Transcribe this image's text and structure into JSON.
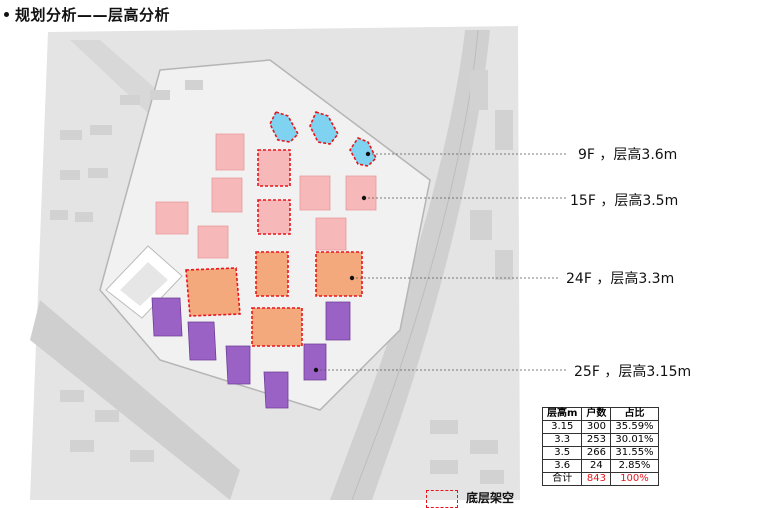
{
  "title": "规划分析——层高分析",
  "callouts": [
    {
      "id": "c9",
      "text": "9F ，层高3.6m"
    },
    {
      "id": "c15",
      "text": "15F ，层高3.5m"
    },
    {
      "id": "c24",
      "text": "24F ，层高3.3m"
    },
    {
      "id": "c25",
      "text": "25F ，层高3.15m"
    }
  ],
  "colors": {
    "f9": "#7fd3f0",
    "f15": "#f6b8b8",
    "f24": "#f4a97c",
    "f25": "#9b62c6",
    "dashed": "#e8141b"
  },
  "table": {
    "headers": [
      "层高m",
      "户数",
      "占比"
    ],
    "rows": [
      [
        "3.15",
        "300",
        "35.59%"
      ],
      [
        "3.3",
        "253",
        "30.01%"
      ],
      [
        "3.5",
        "266",
        "31.55%"
      ],
      [
        "3.6",
        "24",
        "2.85%"
      ]
    ],
    "total": [
      "合计",
      "843",
      "100%"
    ]
  },
  "legend": {
    "label": "底层架空"
  }
}
